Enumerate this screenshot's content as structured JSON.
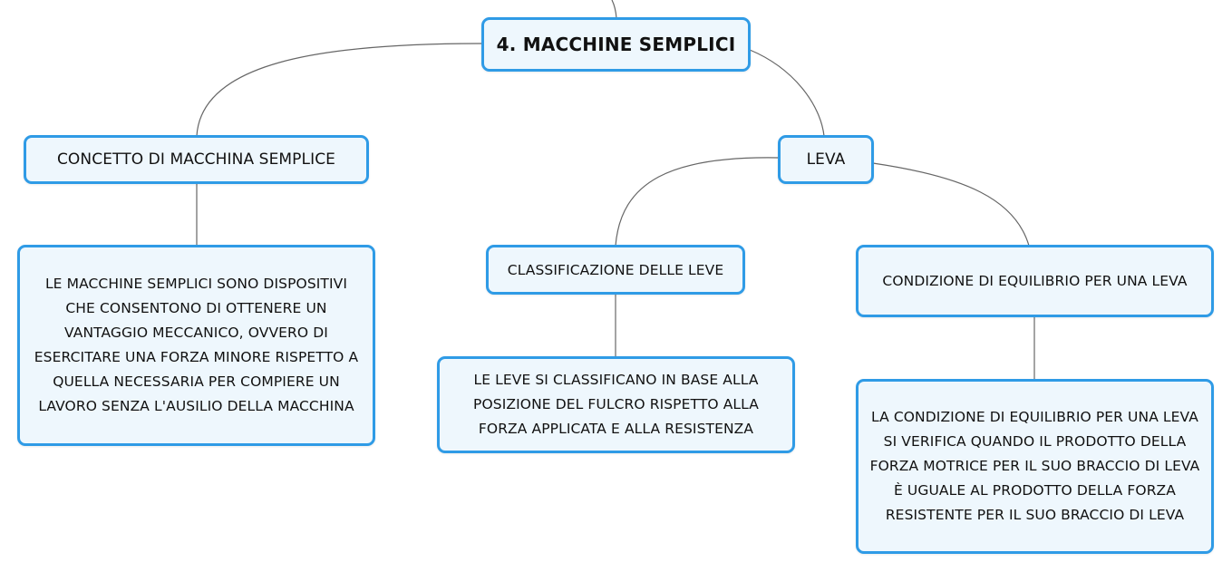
{
  "diagram": {
    "type": "mind-map",
    "colors": {
      "node_border": "#2f9be6",
      "node_fill": "#eef7fd",
      "connector": "#666666",
      "background": "#ffffff"
    },
    "root": {
      "label": "4. MACCHINE SEMPLICI"
    },
    "concept": {
      "label": "CONCETTO DI MACCHINA SEMPLICE",
      "text": "LE MACCHINE SEMPLICI SONO DISPOSITIVI CHE CONSENTONO DI OTTENERE UN VANTAGGIO MECCANICO, OVVERO DI ESERCITARE UNA FORZA MINORE RISPETTO A QUELLA NECESSARIA PER COMPIERE UN LAVORO SENZA L'AUSILIO DELLA MACCHINA"
    },
    "leva": {
      "label": "LEVA"
    },
    "classification": {
      "label": "CLASSIFICAZIONE DELLE LEVE",
      "text": "LE LEVE SI CLASSIFICANO IN BASE ALLA POSIZIONE DEL FULCRO RISPETTO ALLA FORZA APPLICATA E ALLA RESISTENZA"
    },
    "equilibrium": {
      "label": "CONDIZIONE DI EQUILIBRIO PER UNA LEVA",
      "text": "LA CONDIZIONE DI EQUILIBRIO PER UNA LEVA SI VERIFICA QUANDO IL PRODOTTO DELLA FORZA MOTRICE PER IL SUO BRACCIO DI LEVA È UGUALE AL PRODOTTO DELLA FORZA RESISTENTE PER IL SUO BRACCIO DI LEVA"
    }
  }
}
